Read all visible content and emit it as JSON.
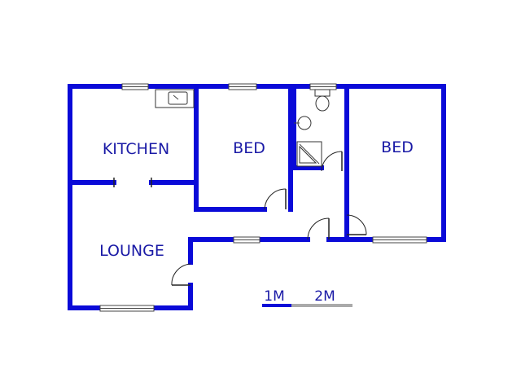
{
  "rooms": {
    "kitchen": "KITCHEN",
    "bed_1": "BED",
    "bed_2": "BED",
    "lounge": "LOUNGE"
  },
  "scale_bar": {
    "label_1": "1M",
    "label_2": "2M"
  },
  "colors": {
    "wall": "#0a0ad8",
    "label": "#1a1aa6",
    "scale_active": "#0a0ad8",
    "scale_inactive": "#aaaaaa"
  }
}
